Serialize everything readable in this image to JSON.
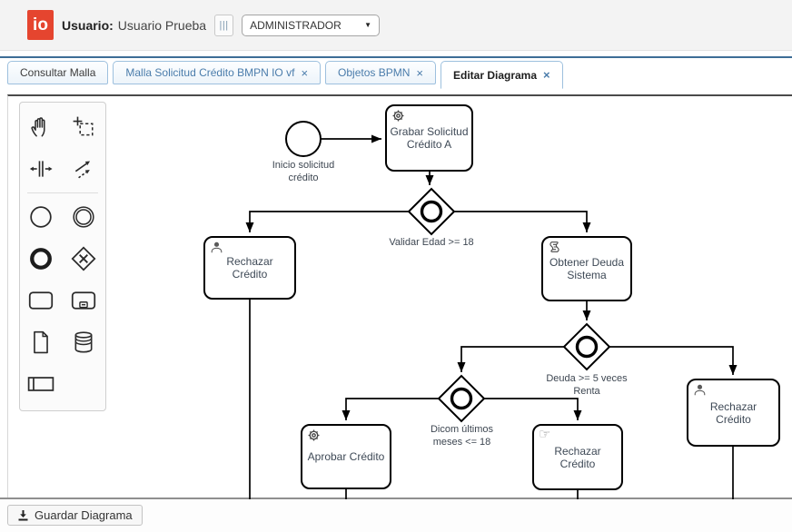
{
  "header": {
    "logo_text": "io",
    "user_label": "Usuario:",
    "user_name": "Usuario Prueba",
    "collapse_button": "|||",
    "role_dropdown": {
      "value": "ADMINISTRADOR"
    }
  },
  "icon_glyphs": {
    "caret-down-icon": "▼",
    "close-icon": "×",
    "hand-icon": "☞"
  },
  "tabs": {
    "items": [
      {
        "label": "Consultar Malla",
        "closable": false,
        "active": false
      },
      {
        "label": "Malla Solicitud Crédito BMPN IO vf",
        "closable": true,
        "active": false
      },
      {
        "label": "Objetos BPMN",
        "closable": true,
        "active": false
      },
      {
        "label": "Editar Diagrama",
        "closable": true,
        "active": true
      }
    ]
  },
  "palette": {
    "tools": [
      "hand-tool",
      "lasso-tool",
      "space-tool",
      "global-connect-tool",
      "create-start-event",
      "create-intermediate-event",
      "create-end-event",
      "create-gateway",
      "create-task",
      "create-subprocess",
      "create-data-object",
      "create-data-store",
      "create-participant"
    ]
  },
  "diagram": {
    "start_event": {
      "label": "Inicio solicitud crédito"
    },
    "tasks": [
      {
        "label": "Grabar Solicitud Crédito A",
        "type": "service",
        "icon": "gear-icon"
      },
      {
        "label": "Rechazar Crédito",
        "type": "user",
        "icon": "user-icon"
      },
      {
        "label": "Obtener Deuda Sistema",
        "type": "script",
        "icon": "script-icon"
      },
      {
        "label": "Aprobar Crédito",
        "type": "service",
        "icon": "gear-icon"
      },
      {
        "label": "Rechazar Crédito",
        "type": "manual",
        "icon": "hand-icon"
      },
      {
        "label": "Rechazar Crédito",
        "type": "user",
        "icon": "user-icon"
      }
    ],
    "gateways": [
      {
        "label": "Validar Edad >= 18",
        "type": "inclusive"
      },
      {
        "label": "Deuda >= 5 veces Renta",
        "type": "inclusive"
      },
      {
        "label": "Dicom últimos meses <= 18",
        "type": "inclusive"
      }
    ]
  },
  "footer": {
    "save_button": "Guardar Diagrama",
    "save_icon": "download-icon"
  },
  "colors": {
    "logo_red": "#e5452f",
    "tab_blue": "#4a7cab",
    "tab_border": "#9dc0de",
    "accent_line": "#3d6d96"
  }
}
